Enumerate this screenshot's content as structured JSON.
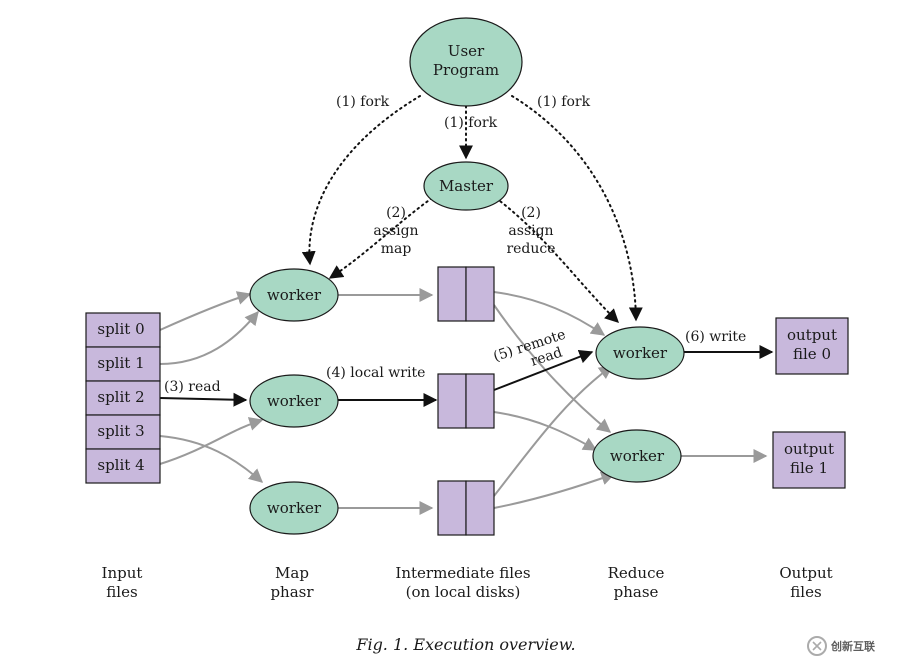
{
  "nodes": {
    "user_program": [
      "User",
      "Program"
    ],
    "master": "Master",
    "worker": "worker",
    "splits": [
      "split 0",
      "split 1",
      "split 2",
      "split 3",
      "split 4"
    ],
    "output_0": [
      "output",
      "file 0"
    ],
    "output_1": [
      "output",
      "file 1"
    ]
  },
  "edge_labels": {
    "fork_left": "(1) fork",
    "fork_mid": "(1) fork",
    "fork_right": "(1) fork",
    "assign_map": [
      "(2)",
      "assign",
      "map"
    ],
    "assign_reduce": [
      "(2)",
      "assign",
      "reduce"
    ],
    "read": "(3) read",
    "local_write": "(4) local write",
    "remote_read": [
      "(5) remote",
      "read"
    ],
    "write": "(6) write"
  },
  "columns": {
    "input": [
      "Input",
      "files"
    ],
    "map": [
      "Map",
      "phasr"
    ],
    "intermediate": [
      "Intermediate files",
      "(on local disks)"
    ],
    "reduce": [
      "Reduce",
      "phase"
    ],
    "output": [
      "Output",
      "files"
    ]
  },
  "caption": "Fig. 1. Execution overview.",
  "watermark": "创新互联",
  "colors": {
    "ellipse_fill": "#a8d8c4",
    "box_fill": "#c8b8dc",
    "gray_arrow": "#9a9a9a",
    "black_arrow": "#111111"
  }
}
